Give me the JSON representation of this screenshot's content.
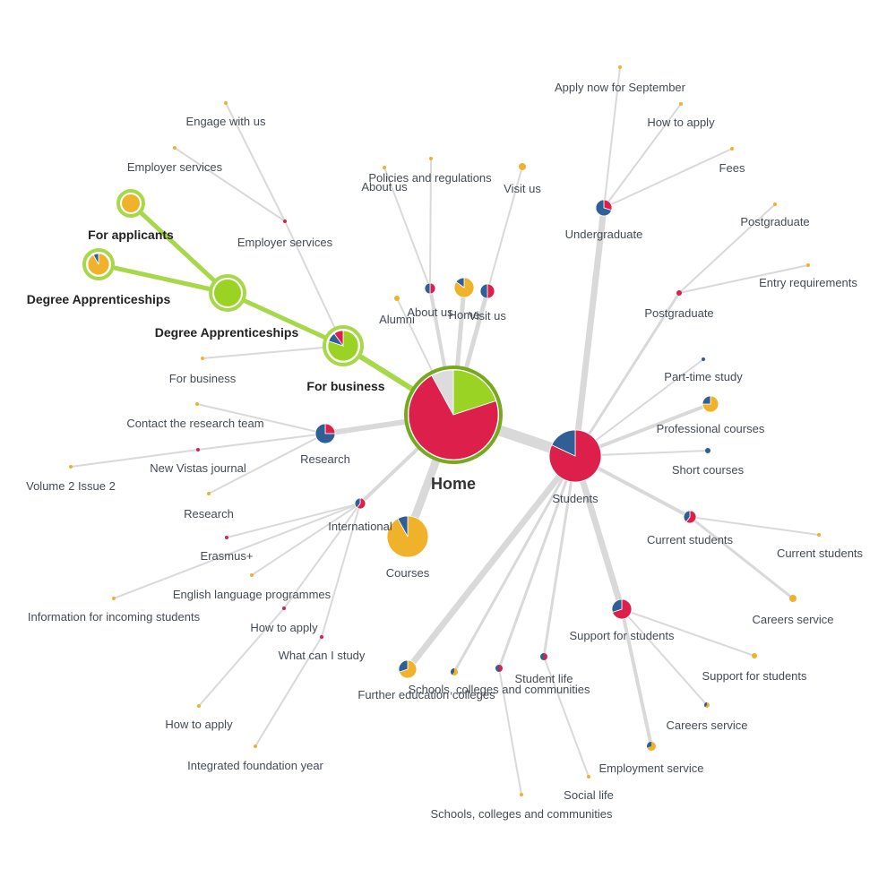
{
  "colors": {
    "pink": "#dc1f4b",
    "blue": "#2f5f95",
    "yellow": "#efb22a",
    "green": "#9bd324",
    "grey": "#dcdcdc",
    "link": "#d9d9d9",
    "highlight_link": "#a7d84a",
    "home_ring": "#76a91d"
  },
  "home": {
    "label": "Home"
  },
  "labels": {
    "apply_sept": "Apply now for September",
    "how_to_apply_top": "How to apply",
    "fees": "Fees",
    "undergraduate": "Undergraduate",
    "pg_leaf": "Postgraduate",
    "entry_req": "Entry requirements",
    "postgraduate": "Postgraduate",
    "part_time": "Part-time study",
    "professional": "Professional courses",
    "short_courses": "Short courses",
    "students": "Students",
    "current_students": "Current students",
    "current_students_leaf": "Current students",
    "careers_leaf_r": "Careers service",
    "support": "Support for students",
    "support_leaf": "Support for students",
    "careers_leaf": "Careers service",
    "employment": "Employment service",
    "student_life": "Student life",
    "social_life": "Social life",
    "scc_leaf": "Schools, colleges and communities",
    "scc": "Schools, colleges and communities",
    "further_ed": "Further education colleges",
    "courses": "Courses",
    "international": "International",
    "erasmus": "Erasmus+",
    "english_lang": "English language programmes",
    "incoming": "Information for incoming students",
    "how_to_apply_int": "How to apply",
    "what_study": "What can I study",
    "how_to_apply_leaf": "How to apply",
    "foundation": "Integrated foundation year",
    "research": "Research",
    "contact_research": "Contact the research team",
    "new_vistas": "New Vistas journal",
    "volume": "Volume 2 Issue 2",
    "research_leaf": "Research",
    "for_business": "For business",
    "for_business_leaf": "For business",
    "degree_app": "Degree Apprenticeships",
    "degree_app_leaf": "Degree Apprenticeships",
    "for_applicants": "For applicants",
    "employer_services": "Employer services",
    "employer_services_leaf": "Employer services",
    "engage": "Engage with us",
    "alumni": "Alumni",
    "about_us": "About us",
    "about_us_leaf": "About us",
    "policies": "Policies and regulations",
    "home_hub": "Home",
    "visit_us": "Visit us",
    "visit_us_leaf": "Visit us"
  }
}
